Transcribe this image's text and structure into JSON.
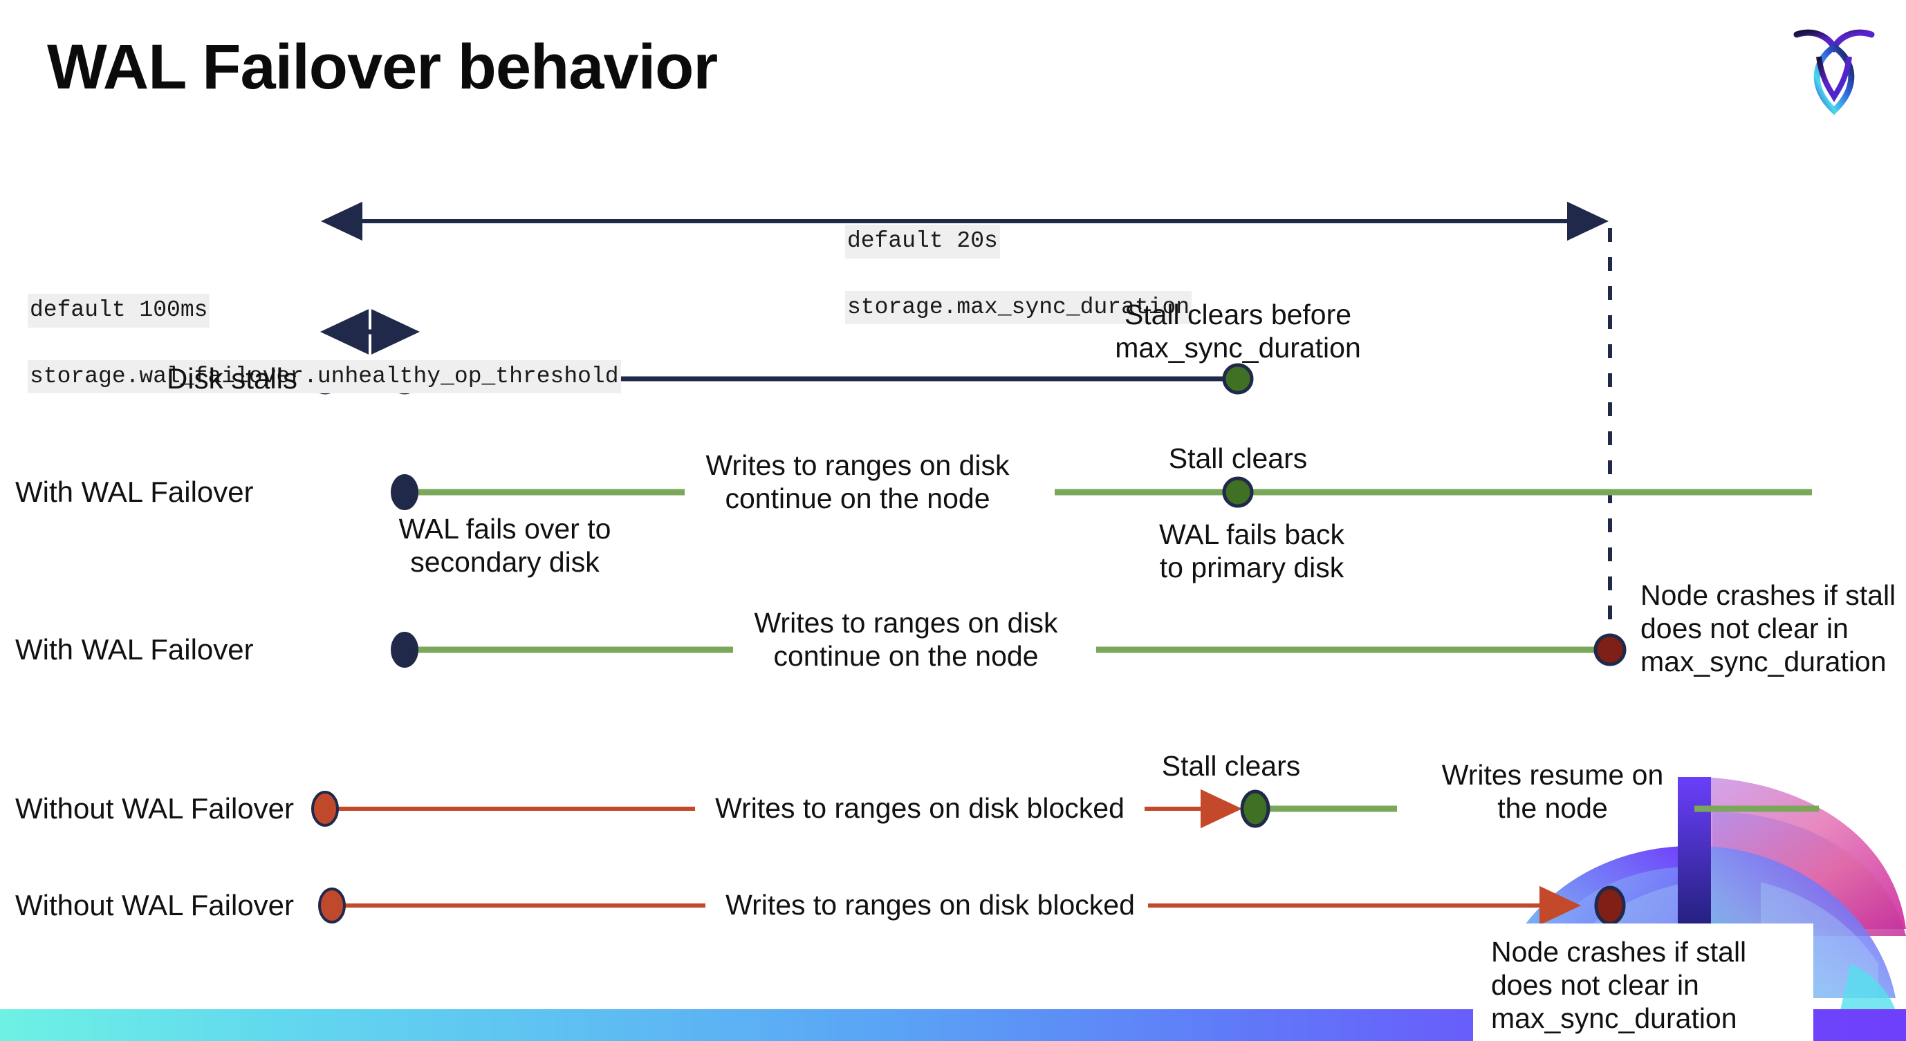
{
  "slide": {
    "title": "WAL Failover behavior",
    "logo_name": "cockroachdb-logo"
  },
  "colors": {
    "navy": "#20294a",
    "green_line": "#7aa75a",
    "green_marker": "#3f7023",
    "red_marker": "#c0492c",
    "red_line": "#c4482a",
    "chip_bg": "#efefef",
    "bar_gradient_start": "#6ef1e4",
    "bar_gradient_end": "#6f3ffb"
  },
  "settings": {
    "max_sync_duration": {
      "default_line": "default 20s",
      "setting_line": "storage.max_sync_duration"
    },
    "unhealthy_op_threshold": {
      "default_line": "default 100ms",
      "setting_line": "storage.wal_failover.unhealthy_op_threshold"
    }
  },
  "rows": [
    {
      "id": "disk-stalls",
      "label": "Disk stalls",
      "annotation": "Stall clears before\nmax_sync_duration"
    },
    {
      "id": "with-wal-failover-clears",
      "label": "With WAL Failover",
      "start_note": "WAL fails over to\nsecondary disk",
      "mid_note": "Writes to ranges on disk\ncontinue on the node",
      "clear_note": "Stall clears",
      "end_note": "WAL fails  back\nto primary disk"
    },
    {
      "id": "with-wal-failover-crash",
      "label": "With WAL Failover",
      "mid_note": "Writes to ranges on disk\ncontinue on the node",
      "crash_note": "Node crashes if stall\ndoes not clear in\nmax_sync_duration"
    },
    {
      "id": "without-wal-failover-clears",
      "label": "Without WAL Failover",
      "mid_note": "Writes to ranges on disk  blocked",
      "clear_note": "Stall clears",
      "resume_note": "Writes resume on\nthe node"
    },
    {
      "id": "without-wal-failover-crash",
      "label": "Without WAL Failover",
      "mid_note": "Writes to ranges on disk  blocked",
      "crash_note": "Node crashes if stall\ndoes not clear in\nmax_sync_duration"
    }
  ]
}
